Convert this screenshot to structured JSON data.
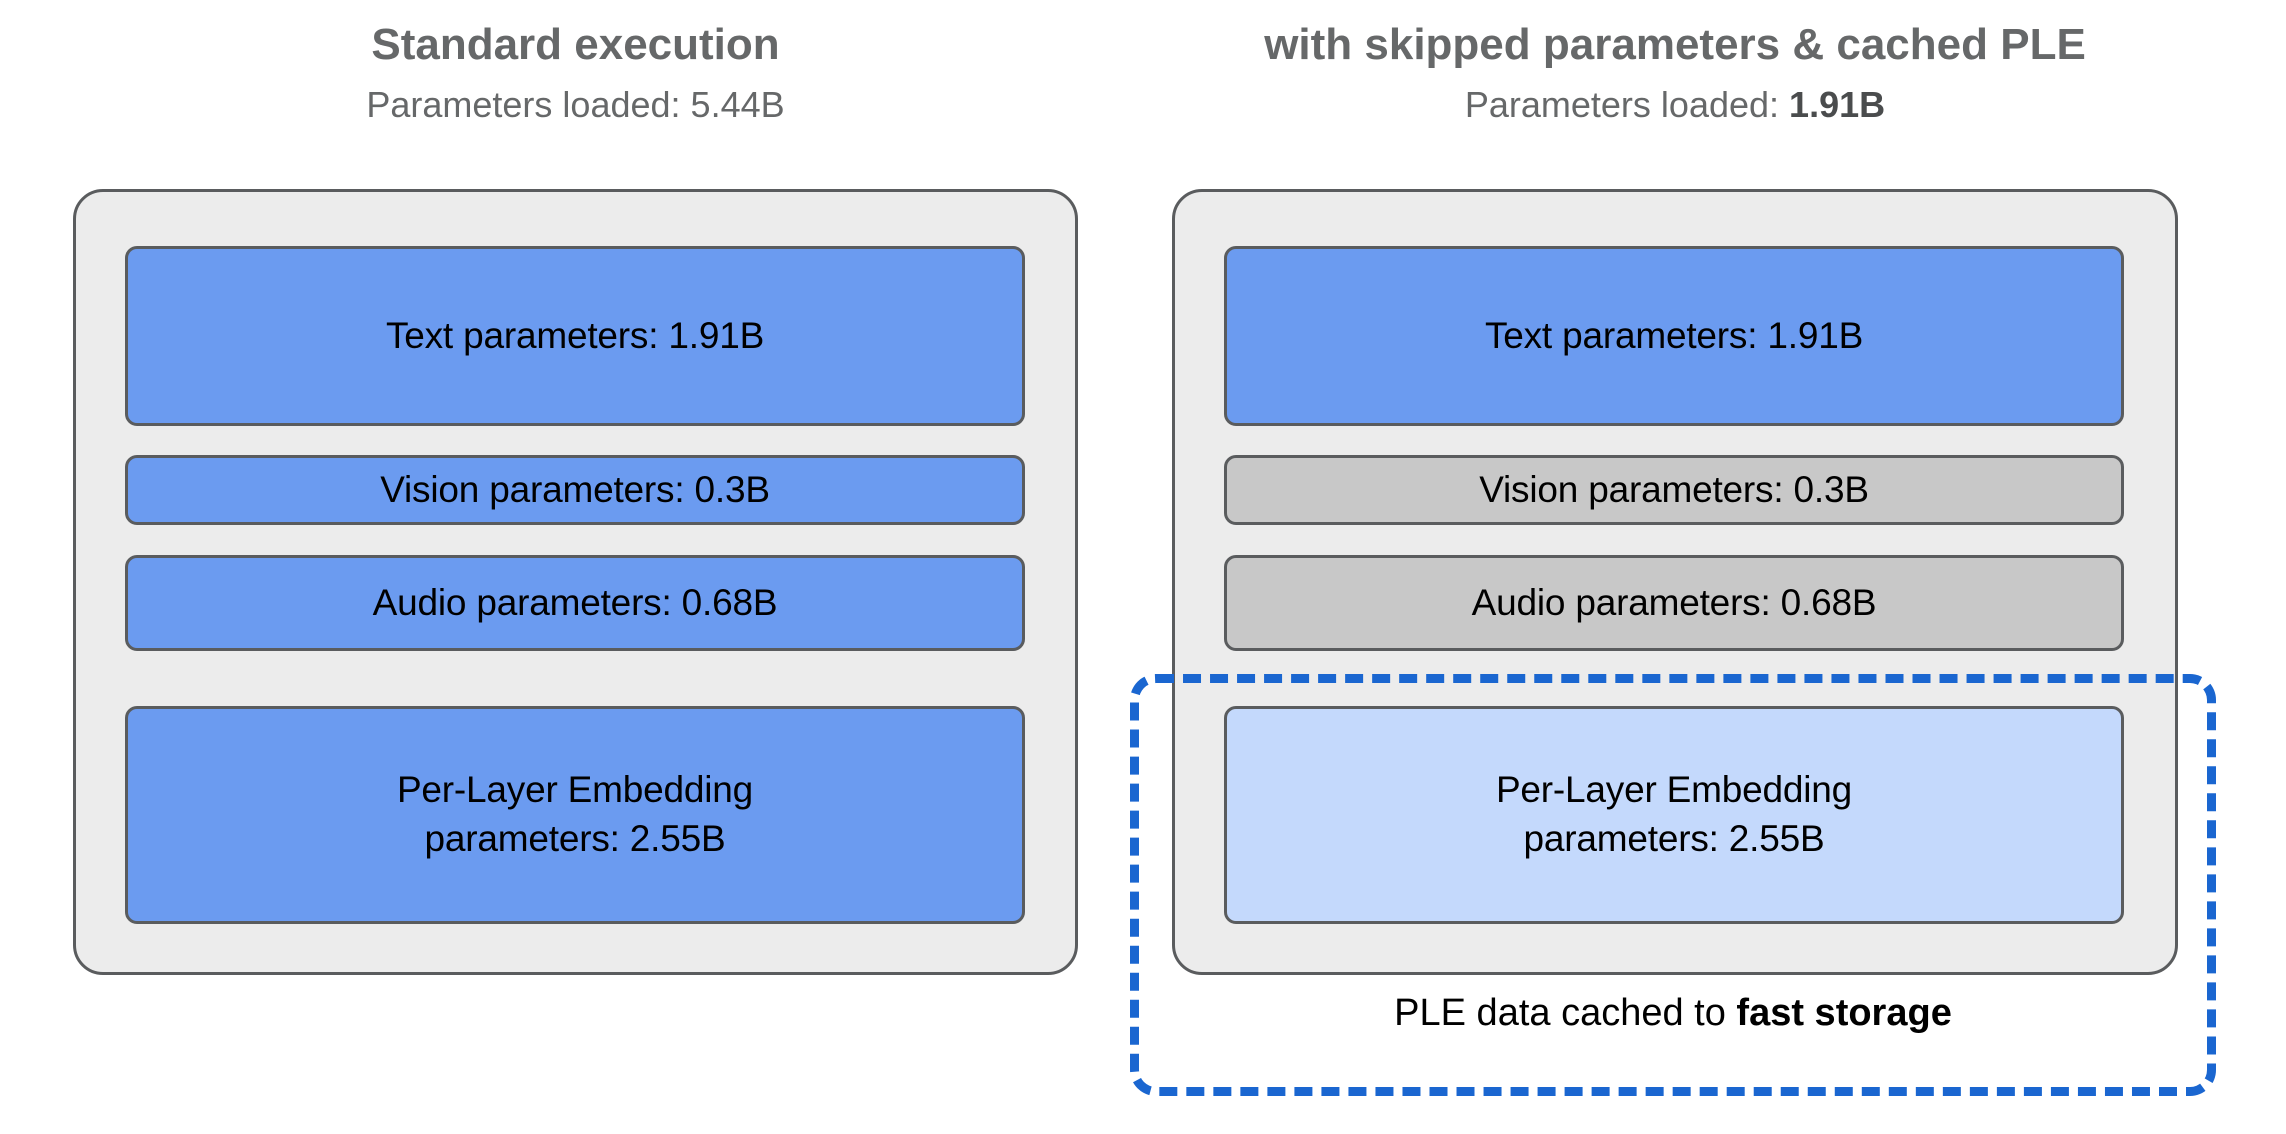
{
  "figure": {
    "colors": {
      "panel_background": "#ececec",
      "panel_border": "#5a5c5e",
      "active_blue": "#6b9bf0",
      "skipped_gray": "#c8c8c8",
      "cached_light_blue": "#c4d9fc",
      "dashed_highlight": "#1a66d0",
      "heading_gray": "#666869",
      "page_background": "#ffffff"
    }
  },
  "columns": [
    {
      "id": "standard",
      "title": "Standard execution",
      "subtitle_prefix": "Parameters loaded: ",
      "subtitle_value": "5.44B",
      "subtitle_value_bold": false,
      "boxes": [
        {
          "id": "text",
          "label": "Text parameters: 1.91B",
          "state": "loaded",
          "fill": "#6b9bf0"
        },
        {
          "id": "vision",
          "label": "Vision parameters: 0.3B",
          "state": "loaded",
          "fill": "#6b9bf0"
        },
        {
          "id": "audio",
          "label": "Audio parameters: 0.68B",
          "state": "loaded",
          "fill": "#6b9bf0"
        },
        {
          "id": "ple",
          "label_line1": "Per-Layer Embedding",
          "label_line2": "parameters: 2.55B",
          "state": "loaded",
          "fill": "#6b9bf0"
        }
      ]
    },
    {
      "id": "optimized",
      "title": "with skipped parameters & cached PLE",
      "subtitle_prefix": "Parameters loaded: ",
      "subtitle_value": "1.91B",
      "subtitle_value_bold": true,
      "boxes": [
        {
          "id": "text",
          "label": "Text parameters: 1.91B",
          "state": "loaded",
          "fill": "#6b9bf0"
        },
        {
          "id": "vision",
          "label": "Vision parameters: 0.3B",
          "state": "skipped",
          "fill": "#c8c8c8"
        },
        {
          "id": "audio",
          "label": "Audio parameters: 0.68B",
          "state": "skipped",
          "fill": "#c8c8c8"
        },
        {
          "id": "ple",
          "label_line1": "Per-Layer Embedding",
          "label_line2": "parameters: 2.55B",
          "state": "cached",
          "fill": "#c4d9fc"
        }
      ],
      "cache_highlight": {
        "caption_prefix": "PLE data cached to ",
        "caption_emphasis": "fast storage"
      }
    }
  ]
}
